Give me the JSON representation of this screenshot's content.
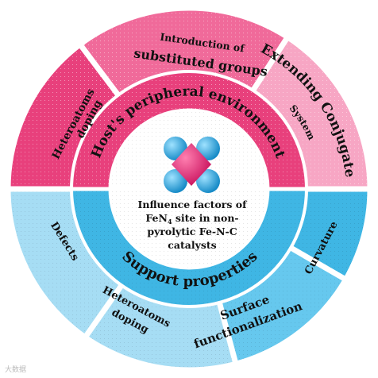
{
  "colors": {
    "pink_dark": "#e8407c",
    "pink_mid": "#f06a9a",
    "pink_light": "#f7a6c4",
    "blue_dark": "#3fb6e4",
    "blue_mid": "#66c8ee",
    "blue_light": "#a6ddf4",
    "divider": "#ffffff",
    "molecule_pink": "#e0186c",
    "molecule_blue": "#1aa3e0"
  },
  "top_half": {
    "ring_label": "Host's peripheral environment",
    "segments": [
      {
        "line1": "Heteroatoms",
        "line2": "doping"
      },
      {
        "line1": "Introduction of",
        "line2": "substituted groups"
      },
      {
        "line1": "Extending Conjugate",
        "line2": "System"
      }
    ]
  },
  "bottom_half": {
    "ring_label": "Support properties",
    "segments": [
      {
        "line1": "Defects",
        "line2": ""
      },
      {
        "line1": "Heteroatoms",
        "line2": "doping"
      },
      {
        "line1": "Surface",
        "line2": "functionalization"
      },
      {
        "line1": "Curvature",
        "line2": ""
      }
    ]
  },
  "center": {
    "line1": "Influence factors of",
    "line2_pre": "FeN",
    "line2_sub": "4",
    "line2_post": " site in non-",
    "line3": "pyrolytic Fe-N-C",
    "line4": "catalysts"
  },
  "watermark": "大数据"
}
